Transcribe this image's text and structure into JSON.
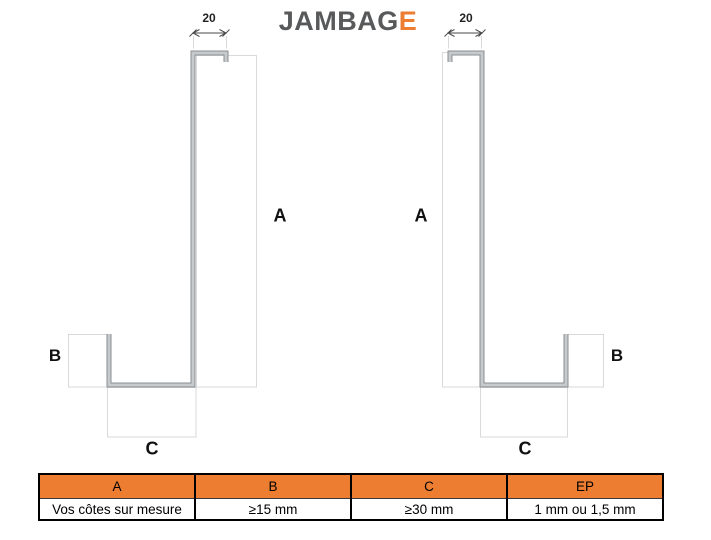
{
  "title": {
    "part1": "JAMBAG",
    "part2": "E"
  },
  "colors": {
    "accent_orange": "#ed7d31",
    "title_gray": "#58595b",
    "profile_core_gray": "#c7cacd",
    "profile_edge_gray": "#8a8e91",
    "construction_line_gray": "#d9d9d9",
    "table_border_black": "#000000"
  },
  "profiles": {
    "left": {
      "dim_top": "20",
      "label_a": "A",
      "label_b": "B",
      "label_c": "C"
    },
    "right": {
      "dim_top": "20",
      "label_a": "A",
      "label_b": "B",
      "label_c": "C"
    }
  },
  "table": {
    "headers": [
      "A",
      "B",
      "C",
      "EP"
    ],
    "values": [
      "Vos côtes sur mesure",
      "≥15 mm",
      "≥30 mm",
      "1 mm ou 1,5 mm"
    ]
  }
}
